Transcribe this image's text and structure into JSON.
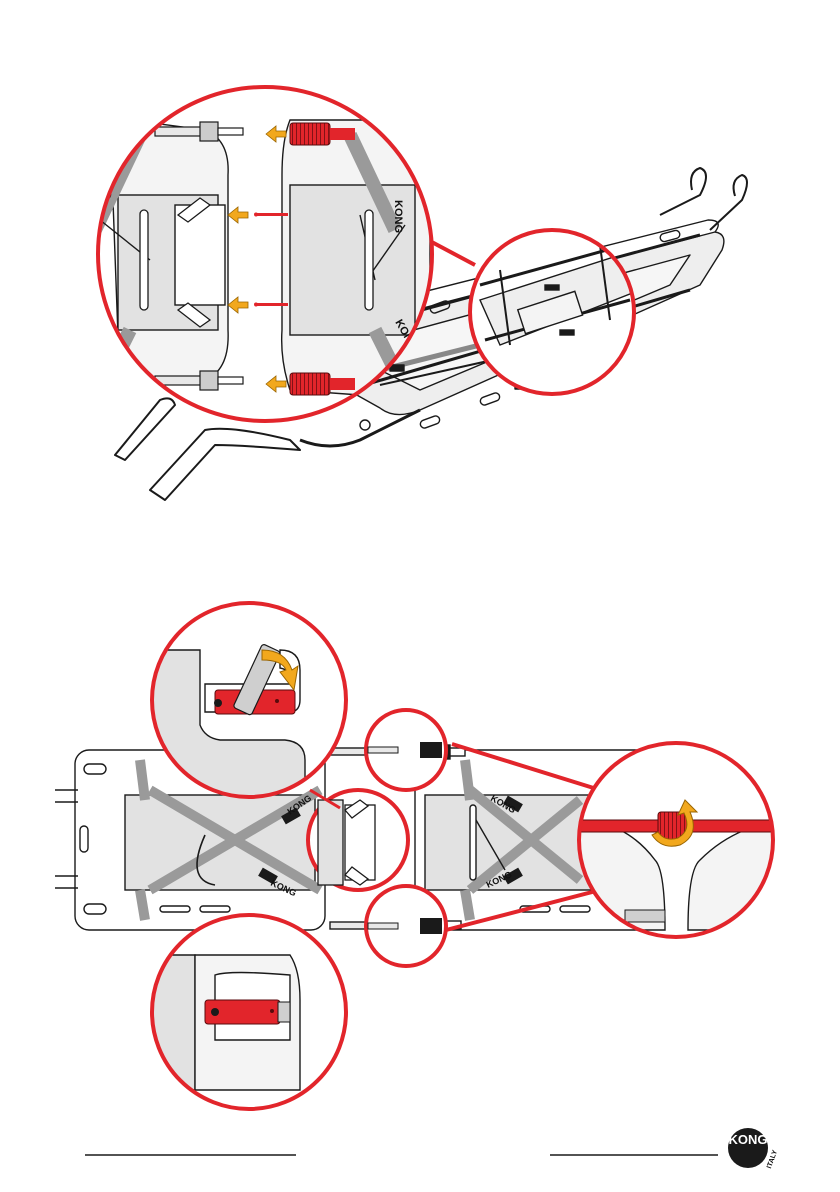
{
  "brand": {
    "strap_label": "KONG",
    "logo_text": "KONG",
    "logo_sub": "ITALY"
  },
  "colors": {
    "callout": "#e2252b",
    "pin": "#e2252b",
    "arrow": "#f2a81d",
    "panel": "#e2e2e2",
    "outline": "#1a1a1a",
    "black": "#1a1a1a"
  },
  "icons": {
    "insert_arrow": "arrow-left-icon",
    "rotate_arrow": "rotate-arrow-icon",
    "pin": "locking-pin-icon",
    "logo": "kong-logo-icon"
  }
}
